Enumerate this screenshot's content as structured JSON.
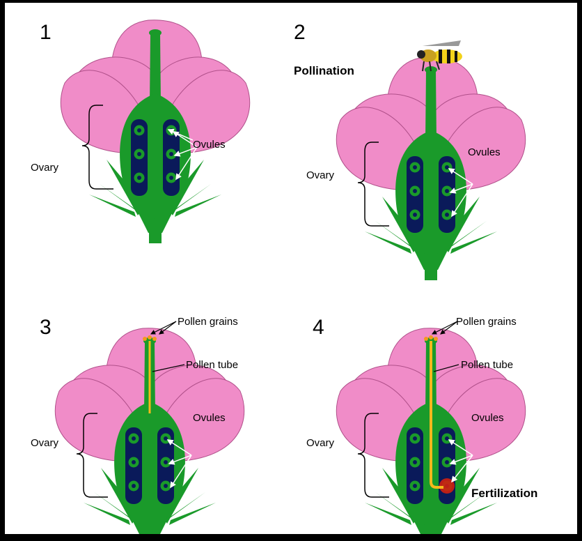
{
  "panels": [
    {
      "number": "1",
      "labels": {
        "ovules": "Ovules",
        "ovary": "Ovary"
      }
    },
    {
      "number": "2",
      "labels": {
        "ovules": "Ovules",
        "ovary": "Ovary",
        "stage": "Pollination"
      }
    },
    {
      "number": "3",
      "labels": {
        "ovules": "Ovules",
        "ovary": "Ovary",
        "pollen_grains": "Pollen grains",
        "pollen_tube": "Pollen tube"
      }
    },
    {
      "number": "4",
      "labels": {
        "ovules": "Ovules",
        "ovary": "Ovary",
        "pollen_grains": "Pollen grains",
        "pollen_tube": "Pollen tube",
        "stage": "Fertilization"
      }
    }
  ],
  "colors": {
    "petal": "#f08cc8",
    "petal_line": "#b0508a",
    "green": "#1a9a2a",
    "ovary_cavity": "#0a1a5a",
    "pollen_tube": "#f5b81c",
    "pollen_grain": "#f59a1c",
    "fertilized": "#d02010",
    "background": "#000000"
  }
}
